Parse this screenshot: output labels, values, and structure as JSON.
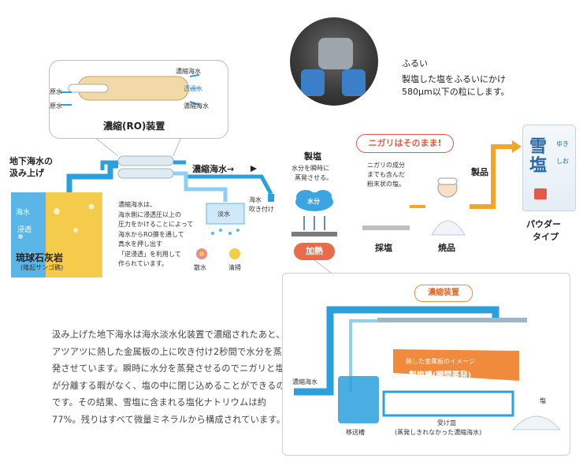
{
  "ro": {
    "title": "濃縮(RO)装置",
    "raw_water_1": "原水",
    "raw_water_2": "原水",
    "concentrated_top": "濃縮海水",
    "permeate": "透過水",
    "concentrated_bottom": "濃縮海水"
  },
  "left": {
    "pump_title_1": "地下海水の",
    "pump_title_2": "汲み上げ",
    "seawater": "海水",
    "permeation": "浸透",
    "rock_1": "琉球石灰岩",
    "rock_2": "(隆起サンゴ礁)"
  },
  "ro_explain": [
    "濃縮海水は、",
    "海水側に浸透圧以上の",
    "圧力をかけることによって",
    "海水からRO膜を通して",
    "真水を押し出す",
    "「逆浸透」を利用して",
    "作られています。"
  ],
  "flow": {
    "concentrated": "濃縮海水→",
    "fresh_water": "淡水",
    "sprinkle": "散水",
    "cleaning": "清掃",
    "spray_1": "海水",
    "spray_2": "吹き付け"
  },
  "process": {
    "seisen": "製塩",
    "evap_1": "水分を瞬時に",
    "evap_2": "蒸発させる。",
    "cloud": "水分",
    "heating": "加熱",
    "nigari_callout": "ニガリはそのまま!",
    "nigari_1": "ニガリの成分",
    "nigari_2": "までも含んだ",
    "nigari_3": "粉末状の塩。",
    "scrape": "採塩",
    "drying": "焼品",
    "product_label": "製品",
    "powder_1": "パウダー",
    "powder_2": "タイプ"
  },
  "sieve": {
    "title": "ふるい",
    "line_1": "製塩した塩をふるいにかけ",
    "line_2": "580μm以下の粒にします。"
  },
  "bag": {
    "name": "雪塩",
    "small_1": "ゆき",
    "small_2": "しお"
  },
  "paragraph": "汲み上げた地下海水は海水淡水化装置で濃縮されたあと、アツアツに熱した金属板の上に吹き付け2秒間で水分を蒸発させています。瞬時に水分を蒸発させるのでニガリと塩が分離する暇がなく、塩の中に閉じ込めることができるのです。その結果、雪塩に含まれる塩化ナトリウムは約77%。残りはすべて微量ミネラルから構成されています。",
  "zoom": {
    "title": "濃縮装置",
    "input": "濃縮海水",
    "tank": "移送槽",
    "heat_plate_1": "熱した金属板のイメージ",
    "heat_plate_2": "製塩機(瞬間蒸発)",
    "salt": "塩",
    "recv_1": "受け皿",
    "recv_2": "(蒸発しきれなかった濃縮海水)"
  },
  "colors": {
    "pipe": "#2aa0dd",
    "pipe_light": "#8fd0f2",
    "orange": "#f3a52a",
    "heat": "#ea6b4a",
    "rock": "#f5cb4c"
  }
}
